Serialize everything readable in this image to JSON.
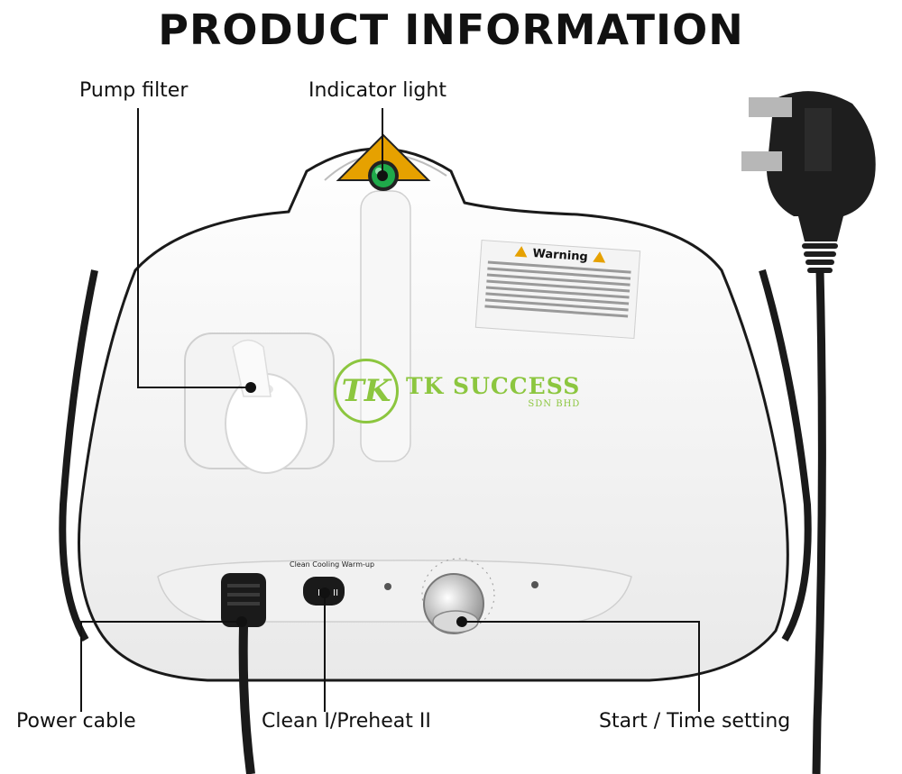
{
  "title": "PRODUCT INFORMATION",
  "labels": {
    "pump_filter": "Pump filter",
    "indicator_light": "Indicator light",
    "power_cable": "Power cable",
    "clean_preheat": "Clean I/Preheat II",
    "start_time": "Start / Time setting"
  },
  "device": {
    "warning_title": "Warning",
    "switch_text": "Clean  Cooling  Warm-up"
  },
  "watermark": {
    "logo": "TK",
    "name": "TK SUCCESS",
    "sub": "SDN BHD"
  },
  "colors": {
    "body": "#ffffff",
    "outline": "#1a1a1a",
    "indicator": "#1faa4a",
    "warning_triangle": "#e6a100",
    "watermark": "#8cc63f"
  }
}
